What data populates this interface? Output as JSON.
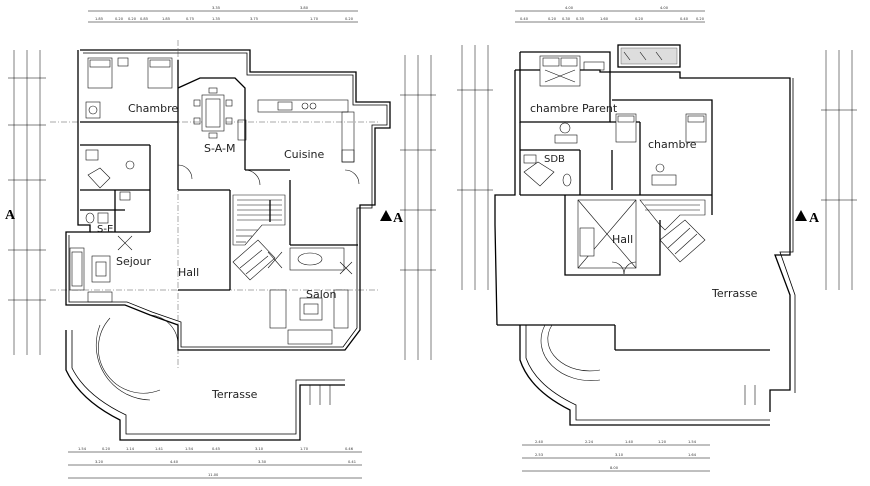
{
  "plan_left": {
    "rooms": {
      "chambre": "Chambre",
      "sam": "S-A-M",
      "cuisine": "Cuisine",
      "sejour": "Sejour",
      "hall": "Hall",
      "salon": "Salon",
      "terrasse": "Terrasse",
      "sdb": "S-E"
    },
    "section_mark": "A",
    "dims_top_1": [
      "1.85",
      "0.20",
      "0.20",
      "0.85",
      "1.85",
      "0.75",
      "1.35",
      "3.75",
      "1.70",
      "0.20"
    ],
    "dims_top_2": [
      "3.35",
      "3.80"
    ],
    "dims_bottom_1": [
      "1.54",
      "0.20",
      "1.14",
      "1.41",
      "1.54",
      "0.45",
      "3.10",
      "1.70",
      "0.46"
    ],
    "dims_bottom_2": [
      "3.20",
      "4.40",
      "3.30",
      "0.41"
    ],
    "dims_bottom_3": [
      "11.00"
    ]
  },
  "plan_right": {
    "rooms": {
      "chambre_parent": "chambre Parent",
      "chambre": "chambre",
      "sdb": "SDB",
      "hall": "Hall",
      "terrasse": "Terrasse"
    },
    "section_mark": "A",
    "dims_top_1": [
      "4.00",
      "4.00"
    ],
    "dims_top_2": [
      "0.40",
      "0.20",
      "0.30",
      "0.35",
      "1.60",
      "0.20",
      "0.40",
      "0.20"
    ],
    "dims_bottom_1": [
      "2.40",
      "2.24",
      "1.40",
      "1.20",
      "1.54"
    ],
    "dims_bottom_2": [
      "2.53",
      "3.10",
      "1.64"
    ],
    "dims_bottom_3": [
      "8.00"
    ]
  }
}
